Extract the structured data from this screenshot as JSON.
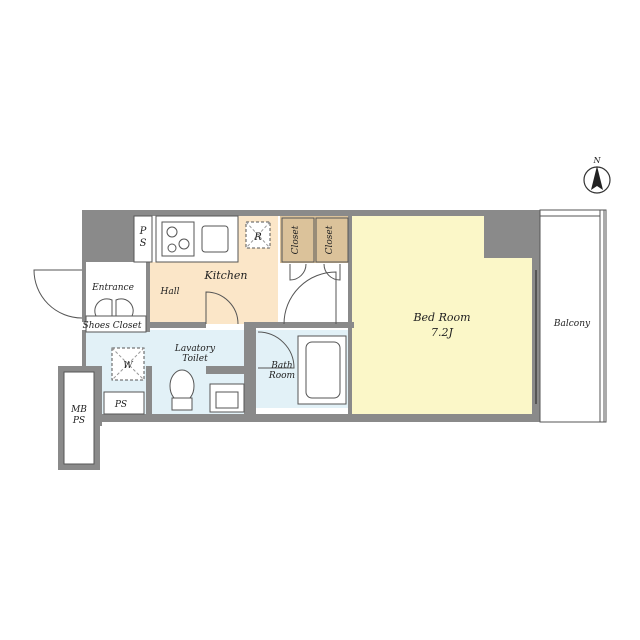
{
  "labels": {
    "ps_top": "P\nS",
    "ps_bottom": "PS",
    "mb_ps": "MB\nPS",
    "r_box": "R",
    "w_box": "W",
    "entrance": "Entrance",
    "shoes_closet": "Shoes Closet",
    "hall": "Hall",
    "kitchen": "Kitchen",
    "closet_1": "Closet",
    "closet_2": "Closet",
    "lavatory_toilet": "Lavatory\nToilet",
    "bath_room": "Bath\nRoom",
    "bed_room": "Bed Room",
    "bed_room_size": "7.2J",
    "balcony": "Balcony",
    "north": "N"
  },
  "colors": {
    "wall": "#8a8a8a",
    "hall_kitchen": "#fbe6c8",
    "closet": "#dbc29a",
    "wet_area": "#e2f1f7",
    "bed_room": "#fbf7c8",
    "line": "#555555"
  }
}
